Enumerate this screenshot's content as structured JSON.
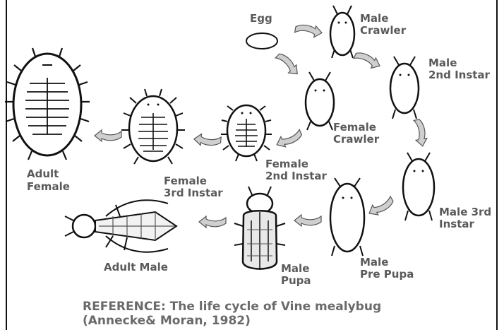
{
  "labels": {
    "egg": "Egg",
    "male_crawler_1": "Male",
    "male_crawler_2": "Crawler",
    "male_2nd_1": "Male",
    "male_2nd_2": "2nd Instar",
    "female_crawler_1": "Female",
    "female_crawler_2": "Crawler",
    "male_3rd_1": "Male 3rd",
    "male_3rd_2": "Instar",
    "female_2nd_1": "Female",
    "female_2nd_2": "2nd Instar",
    "female_3rd_1": "Female",
    "female_3rd_2": "3rd Instar",
    "adult_female_1": "Adult",
    "adult_female_2": "Female",
    "adult_male": "Adult Male",
    "male_pupa_1": "Male",
    "male_pupa_2": "Pupa",
    "male_prepupa_1": "Male",
    "male_prepupa_2": "Pre Pupa"
  },
  "reference": {
    "line1": "REFERENCE:  The life cycle of Vine mealybug",
    "line2": "(Annecke& Moran, 1982)"
  },
  "colors": {
    "outline": "#111111",
    "text": "#5a5a5a",
    "arrow_fill": "#cfcfcf"
  }
}
